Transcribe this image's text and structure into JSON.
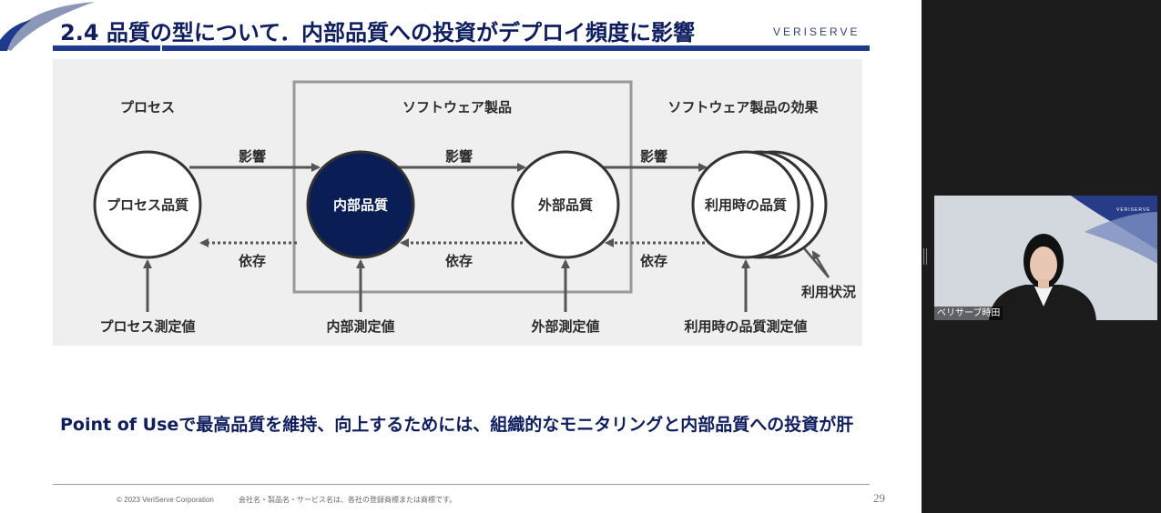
{
  "slide": {
    "title": "2.4 品質の型について．内部品質への投資がデプロイ頻度に影響",
    "brand": "VERISERVE",
    "tagline": "Point of Useで最高品質を維持、向上するためには、組織的なモニタリングと内部品質への投資が肝",
    "copyright": "© 2023 VeriServe Corporation",
    "notice": "会社名・製品名・サービス名は、各社の登録商標または商標です。",
    "page_number": "29"
  },
  "diagram": {
    "column_headers": {
      "process": "プロセス",
      "software_product": "ソフトウェア製品",
      "product_effect": "ソフトウェア製品の効果"
    },
    "nodes": {
      "process_quality": "プロセス品質",
      "internal_quality": "内部品質",
      "external_quality": "外部品質",
      "quality_in_use": "利用時の品質"
    },
    "influence_label": "影響",
    "dependency_label": "依存",
    "measures": {
      "process": "プロセス測定値",
      "internal": "内部測定値",
      "external": "外部測定値",
      "in_use": "利用時の品質測定値"
    },
    "usage_context": "利用状況"
  },
  "colors": {
    "navy": "#0e1d5f",
    "accent_blue": "#1f3a8c",
    "internal_node_fill": "#0b1d55",
    "diagram_bg": "#efefef"
  },
  "participant": {
    "name": "ベリサーブ時田",
    "tile_brand": "VERISERVE"
  }
}
